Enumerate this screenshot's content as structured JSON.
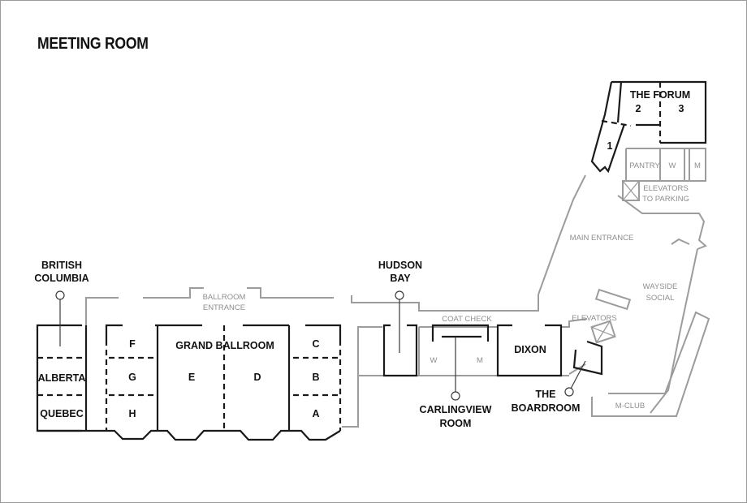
{
  "title": "MEETING ROOM",
  "rooms": {
    "british_columbia": [
      "BRITISH",
      "COLUMBIA"
    ],
    "alberta": "ALBERTA",
    "quebec": "QUEBEC",
    "f": "F",
    "g": "G",
    "h": "H",
    "grand_ballroom": "GRAND BALLROOM",
    "e": "E",
    "d": "D",
    "c": "C",
    "b": "B",
    "a": "A",
    "hudson_bay": [
      "HUDSON",
      "BAY"
    ],
    "carlingview": [
      "CARLINGVIEW",
      "ROOM"
    ],
    "dixon": "DIXON",
    "boardroom": [
      "THE",
      "BOARDROOM"
    ],
    "forum": "THE FORUM",
    "forum_1": "1",
    "forum_2": "2",
    "forum_3": "3"
  },
  "areas": {
    "ballroom_entrance": [
      "BALLROOM",
      "ENTRANCE"
    ],
    "coat_check": "COAT CHECK",
    "w_left": "W",
    "m_left": "M",
    "pantry": "PANTRY",
    "w_right": "W",
    "m_right": "M",
    "elevators_parking": [
      "ELEVATORS",
      "TO PARKING"
    ],
    "main_entrance": "MAIN ENTRANCE",
    "wayside_social": [
      "WAYSIDE",
      "SOCIAL"
    ],
    "elevators": "ELEVATORS",
    "m_club": "M-CLUB"
  }
}
